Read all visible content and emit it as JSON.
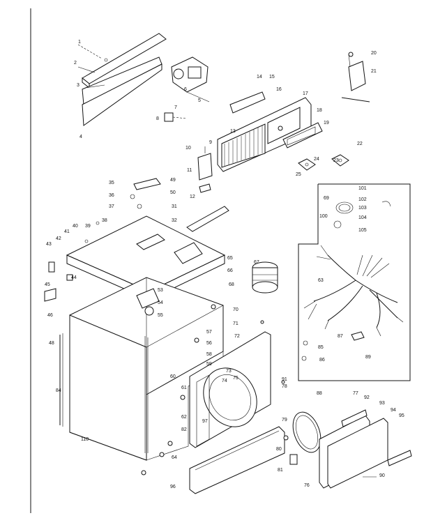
{
  "callouts": [
    "1",
    "2",
    "3",
    "4",
    "5",
    "6",
    "7",
    "8",
    "9",
    "10",
    "11",
    "12",
    "13",
    "14",
    "15",
    "16",
    "17",
    "18",
    "19",
    "20",
    "21",
    "22",
    "23",
    "24",
    "25",
    "31",
    "32",
    "35",
    "36",
    "37",
    "38",
    "39",
    "40",
    "41",
    "42",
    "43",
    "44",
    "45",
    "46",
    "48",
    "49",
    "50",
    "53",
    "54",
    "55",
    "56",
    "57",
    "58",
    "59",
    "60",
    "61",
    "62",
    "63",
    "64",
    "65",
    "66",
    "67",
    "68",
    "69",
    "70",
    "71",
    "72",
    "73",
    "74",
    "75",
    "76",
    "77",
    "78",
    "79",
    "80",
    "81",
    "82",
    "84",
    "85",
    "86",
    "87",
    "88",
    "89",
    "90",
    "91",
    "92",
    "93",
    "94",
    "95",
    "96",
    "97",
    "100",
    "101",
    "102",
    "103",
    "104",
    "105",
    "110"
  ]
}
